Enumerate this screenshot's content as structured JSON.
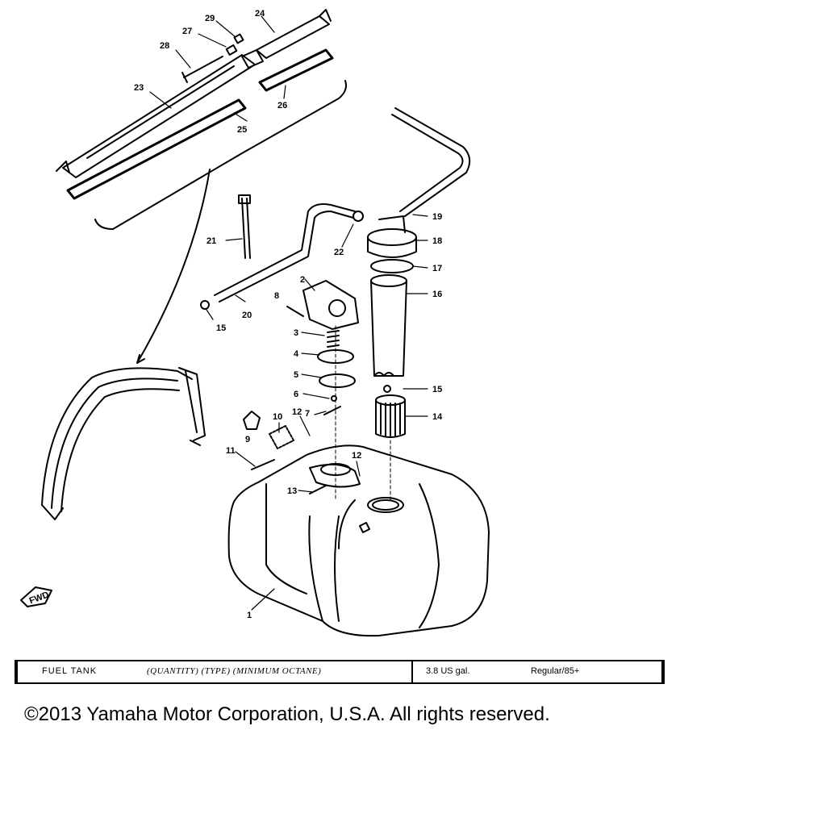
{
  "diagram": {
    "callouts": [
      "1",
      "2",
      "3",
      "4",
      "5",
      "6",
      "7",
      "8",
      "9",
      "10",
      "11",
      "12",
      "12",
      "13",
      "14",
      "15",
      "15",
      "16",
      "17",
      "18",
      "19",
      "20",
      "21",
      "22",
      "23",
      "24",
      "25",
      "26",
      "27",
      "28",
      "29"
    ],
    "direction_marker": "FWD"
  },
  "spec": {
    "label": "FUEL TANK",
    "description": "(QUANTITY) (TYPE) (MINIMUM OCTANE)",
    "capacity": "3.8 US gal.",
    "fuel": "Regular/85+"
  },
  "footer": {
    "copyright": "©2013 Yamaha Motor Corporation, U.S.A. All rights reserved."
  }
}
